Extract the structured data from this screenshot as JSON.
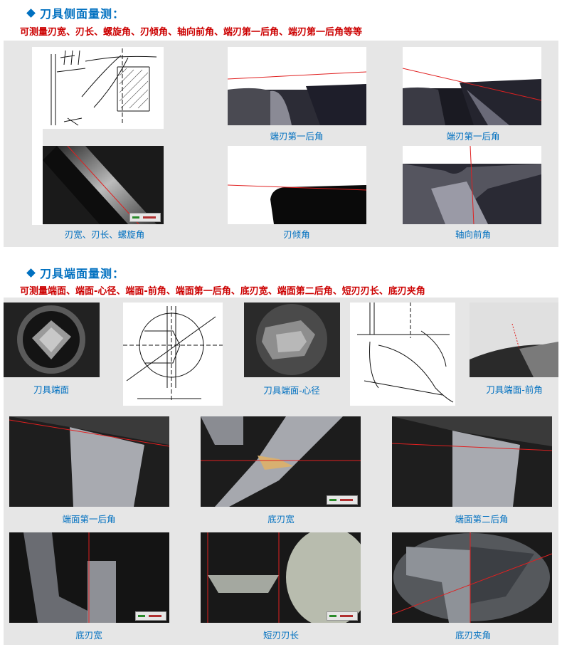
{
  "colors": {
    "accent": "#0070c0",
    "subtitle": "#cc0000",
    "caption": "#0070c0",
    "panel_bg": "#e6e6e6"
  },
  "section1": {
    "title": "刀具侧面量测：",
    "subtitle": "可测量刃宽、刃长、螺旋角、刃倾角、轴向前角、端刃第一后角、端刃第一后角等等",
    "captions": {
      "end_clearance_1": "端刃第一后角",
      "end_clearance_2": "端刃第一后角",
      "width_length_helix": "刃宽、刃长、螺旋角",
      "inclination": "刃倾角",
      "axial_rake": "轴向前角"
    }
  },
  "section2": {
    "title": "刀具端面量测：",
    "subtitle": "可测量端面、端面-心径、端面-前角、端面第一后角、底刃宽、端面第二后角、短刃刃长、底刃夹角",
    "captions": {
      "end_face": "刀具端面",
      "end_face_core": "刀具端面-心径",
      "end_face_rake": "刀具端面-前角",
      "face_clearance_1": "端面第一后角",
      "bottom_width_1": "底刃宽",
      "face_clearance_2": "端面第二后角",
      "bottom_width_2": "底刃宽",
      "short_edge_length": "短刃刃长",
      "bottom_angle": "底刃夹角"
    }
  }
}
